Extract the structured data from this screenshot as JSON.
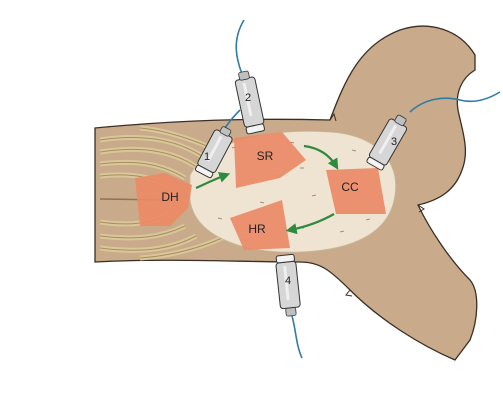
{
  "diagram": {
    "regions": [
      {
        "id": "DH",
        "label": "DH"
      },
      {
        "id": "SR",
        "label": "SR"
      },
      {
        "id": "CC",
        "label": "CC"
      },
      {
        "id": "HR",
        "label": "HR"
      }
    ],
    "probes": [
      {
        "id": "1",
        "label": "1"
      },
      {
        "id": "2",
        "label": "2"
      },
      {
        "id": "3",
        "label": "3"
      },
      {
        "id": "4",
        "label": "4"
      }
    ],
    "colors": {
      "skin": "#c9ab8b",
      "skin_outline": "#3a2e25",
      "shaved_area": "#efe3d2",
      "ribs": "#d9c79a",
      "region_fill": "#ec8a66",
      "arrow": "#2d8a3e",
      "cable": "#2f7ca6",
      "probe_body": "#d6d6d6"
    }
  }
}
